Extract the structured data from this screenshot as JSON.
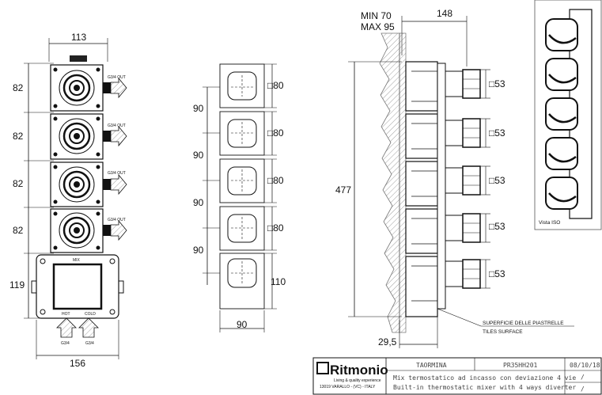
{
  "left_view": {
    "width_label": "113",
    "heights": [
      "82",
      "82",
      "82",
      "82",
      "119"
    ],
    "out_label": "G3/4 OUT",
    "bottom_width_label": "156",
    "box_labels": {
      "mix": "MIX",
      "hot": "HOT",
      "cold": "COLD"
    },
    "inlet_labels": [
      "G3/4",
      "G3/4"
    ]
  },
  "front_view": {
    "spacings": [
      "90",
      "90",
      "90",
      "90"
    ],
    "squares": [
      "□80",
      "□80",
      "□80",
      "□80"
    ],
    "bottom_height": "110",
    "width_label": "90"
  },
  "side_view": {
    "min_label": "MIN 70",
    "max_label": "MAX 95",
    "depth_label": "148",
    "height_label": "477",
    "handles": [
      "□53",
      "□53",
      "□53",
      "□53",
      "□53"
    ],
    "wall_label": "29,5",
    "surface_it": "SUPERFICIE DELLE PIASTRELLE",
    "surface_en": "TILES SURFACE"
  },
  "iso_view": {
    "caption": "Vista ISO"
  },
  "title_block": {
    "brand": "Ritmonio",
    "tagline": "Living & quality experience",
    "address": "13019 VARALLO - (VC) - ITALY",
    "collection": "TAORMINA",
    "code": "PR35HH201",
    "date": "08/10/18",
    "desc_it": "Mix termostatico ad incasso con deviazione 4 vie",
    "desc_en": "Built-in thermostatic mixer with 4 ways diverter",
    "mark": "/"
  }
}
